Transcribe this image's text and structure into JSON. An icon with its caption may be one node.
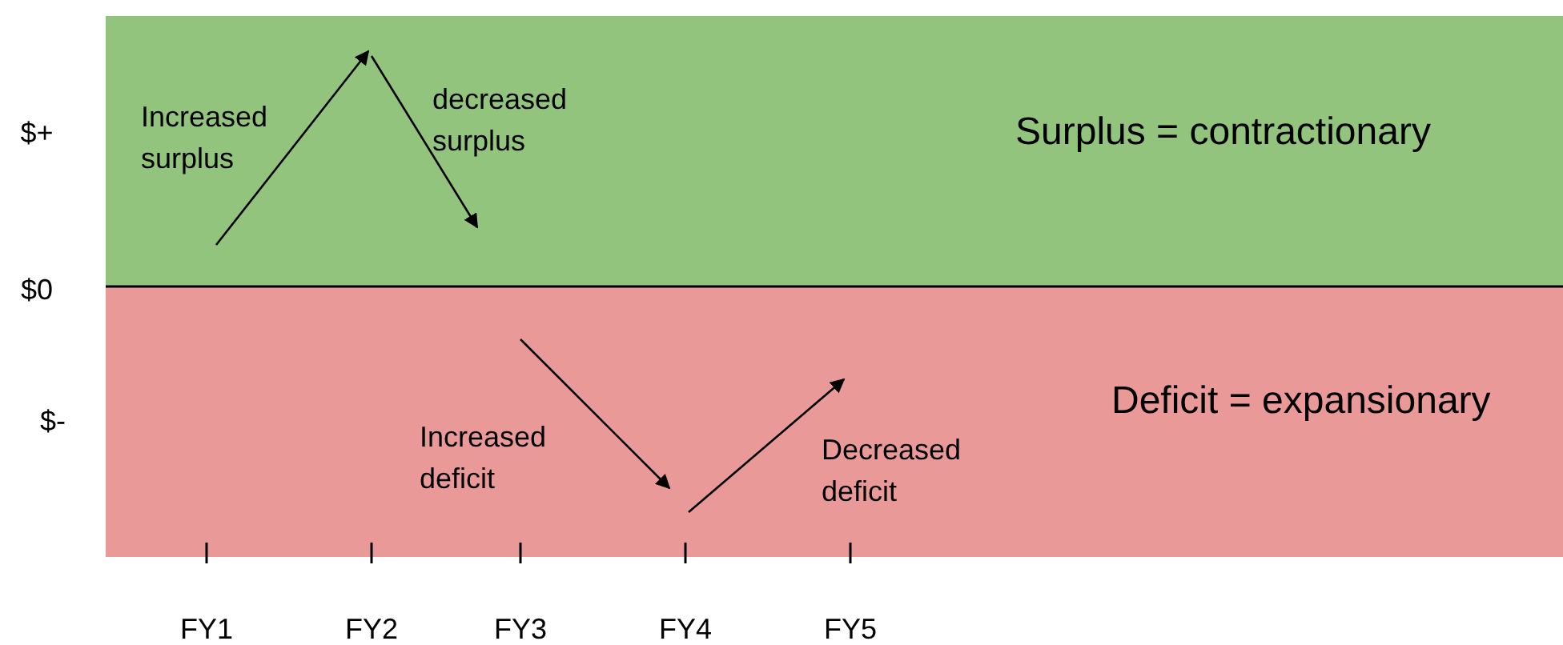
{
  "diagram": {
    "nodes": [
      {
        "text": [
          "Surplus = contractionary"
        ]
      },
      {
        "text": [
          "Deficit = expansionary"
        ]
      }
    ],
    "labels": [
      "$+",
      "Increased surplus",
      "decreased surplus",
      "$0",
      "$-",
      "Increased deficit",
      "Decreased deficit",
      "FY1",
      "FY2",
      "FY3",
      "FY4",
      "FY5"
    ]
  }
}
